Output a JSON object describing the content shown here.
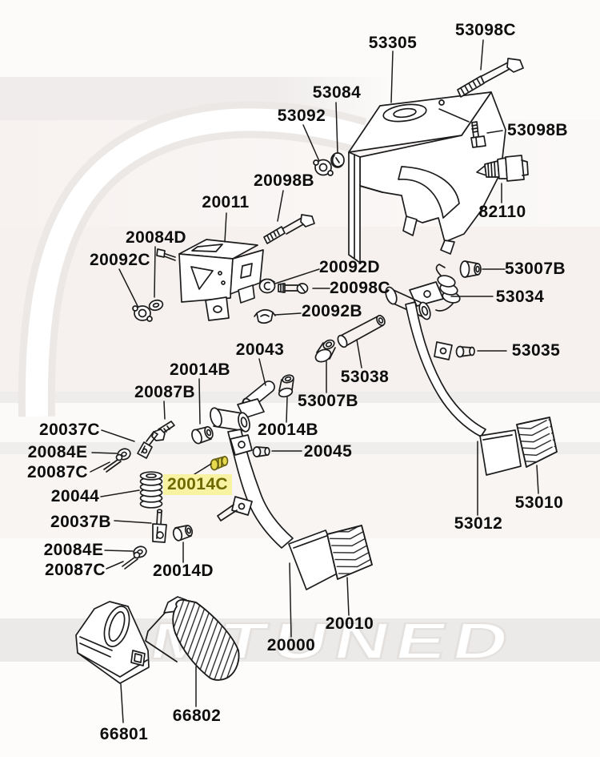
{
  "watermark": {
    "text": "MTUNED"
  },
  "highlight": {
    "part": "20014C",
    "bg": "#f7f3a3",
    "color": "#6e6900"
  },
  "diagram": {
    "line_color": "#1c1c1c",
    "background": "#fcfbfa"
  },
  "labels": [
    {
      "text": "53305",
      "highlighted": false
    },
    {
      "text": "53098C",
      "highlighted": false
    },
    {
      "text": "53084",
      "highlighted": false
    },
    {
      "text": "53092",
      "highlighted": false
    },
    {
      "text": "53098B",
      "highlighted": false
    },
    {
      "text": "82110",
      "highlighted": false
    },
    {
      "text": "20098B",
      "highlighted": false
    },
    {
      "text": "20011",
      "highlighted": false
    },
    {
      "text": "20084D",
      "highlighted": false
    },
    {
      "text": "20092C",
      "highlighted": false
    },
    {
      "text": "20092D",
      "highlighted": false
    },
    {
      "text": "20098C",
      "highlighted": false
    },
    {
      "text": "20092B",
      "highlighted": false
    },
    {
      "text": "53007B",
      "highlighted": false
    },
    {
      "text": "53034",
      "highlighted": false
    },
    {
      "text": "53035",
      "highlighted": false
    },
    {
      "text": "20043",
      "highlighted": false
    },
    {
      "text": "53038",
      "highlighted": false
    },
    {
      "text": "53007B",
      "highlighted": false
    },
    {
      "text": "20014B",
      "highlighted": false
    },
    {
      "text": "20087B",
      "highlighted": false
    },
    {
      "text": "20014B",
      "highlighted": false
    },
    {
      "text": "20037C",
      "highlighted": false
    },
    {
      "text": "20084E",
      "highlighted": false
    },
    {
      "text": "20087C",
      "highlighted": false
    },
    {
      "text": "20045",
      "highlighted": false
    },
    {
      "text": "20014C",
      "highlighted": true
    },
    {
      "text": "20044",
      "highlighted": false
    },
    {
      "text": "20037B",
      "highlighted": false
    },
    {
      "text": "20084E",
      "highlighted": false
    },
    {
      "text": "20087C",
      "highlighted": false
    },
    {
      "text": "20014D",
      "highlighted": false
    },
    {
      "text": "53012",
      "highlighted": false
    },
    {
      "text": "53010",
      "highlighted": false
    },
    {
      "text": "20010",
      "highlighted": false
    },
    {
      "text": "20000",
      "highlighted": false
    },
    {
      "text": "66802",
      "highlighted": false
    },
    {
      "text": "66801",
      "highlighted": false
    }
  ]
}
